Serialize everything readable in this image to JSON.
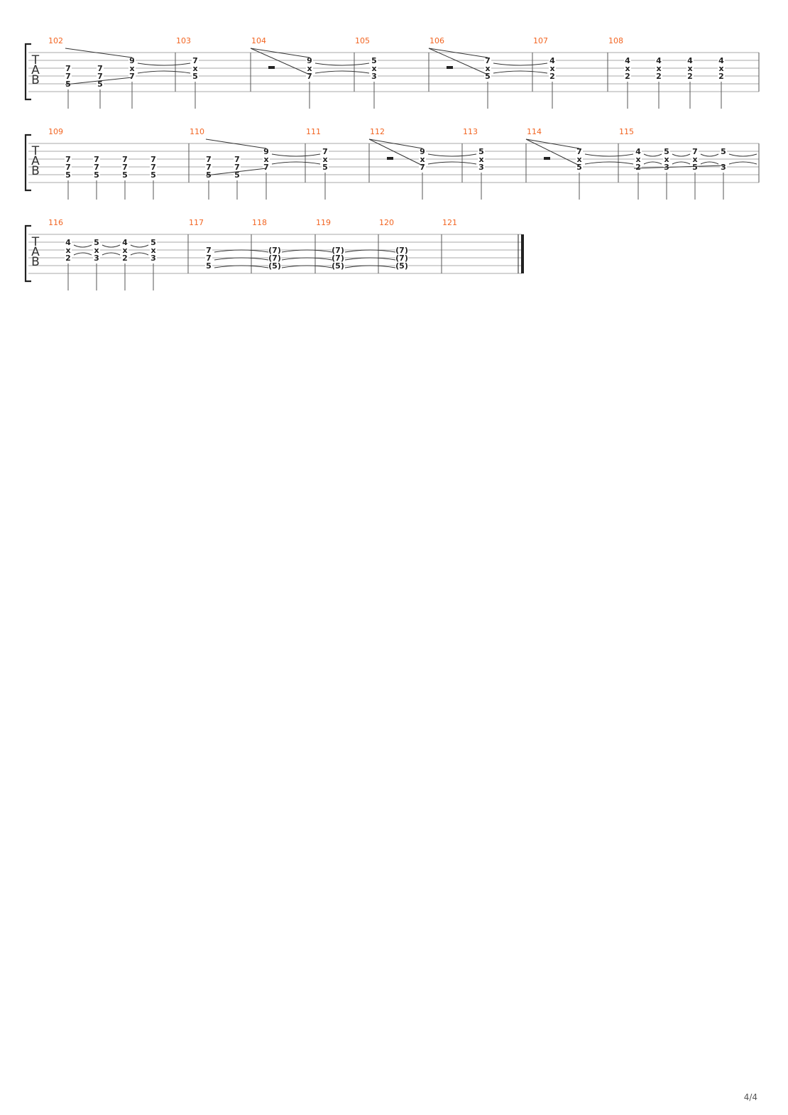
{
  "page": {
    "number": "4/4"
  },
  "tab_label": [
    "T",
    "A",
    "B"
  ],
  "systems": [
    {
      "measures": [
        {
          "number": "102",
          "beats": [
            {
              "notes": [
                {
                  "s": 3,
                  "t": "7"
                },
                {
                  "s": 4,
                  "t": "7"
                },
                {
                  "s": 5,
                  "t": "5"
                }
              ]
            },
            {
              "notes": [
                {
                  "s": 3,
                  "t": "7"
                },
                {
                  "s": 4,
                  "t": "7"
                },
                {
                  "s": 5,
                  "t": "5"
                }
              ]
            },
            {
              "notes": [
                {
                  "s": 2,
                  "t": "9"
                },
                {
                  "s": 3,
                  "t": "x"
                },
                {
                  "s": 4,
                  "t": "7"
                }
              ]
            }
          ]
        },
        {
          "number": "103",
          "beats": [
            {
              "notes": [
                {
                  "s": 2,
                  "t": "7"
                },
                {
                  "s": 3,
                  "t": "x"
                },
                {
                  "s": 4,
                  "t": "5"
                }
              ]
            }
          ]
        },
        {
          "number": "104",
          "rest": true,
          "beats": [
            {
              "notes": [
                {
                  "s": 2,
                  "t": "9"
                },
                {
                  "s": 3,
                  "t": "x"
                },
                {
                  "s": 4,
                  "t": "7"
                }
              ]
            }
          ]
        },
        {
          "number": "105",
          "beats": [
            {
              "notes": [
                {
                  "s": 2,
                  "t": "5"
                },
                {
                  "s": 3,
                  "t": "x"
                },
                {
                  "s": 4,
                  "t": "3"
                }
              ]
            }
          ]
        },
        {
          "number": "106",
          "rest": true,
          "beats": [
            {
              "notes": [
                {
                  "s": 2,
                  "t": "7"
                },
                {
                  "s": 3,
                  "t": "x"
                },
                {
                  "s": 4,
                  "t": "5"
                }
              ]
            }
          ]
        },
        {
          "number": "107",
          "beats": [
            {
              "notes": [
                {
                  "s": 2,
                  "t": "4"
                },
                {
                  "s": 3,
                  "t": "x"
                },
                {
                  "s": 4,
                  "t": "2"
                }
              ]
            }
          ]
        },
        {
          "number": "108",
          "beats": [
            {
              "notes": [
                {
                  "s": 2,
                  "t": "4"
                },
                {
                  "s": 3,
                  "t": "x"
                },
                {
                  "s": 4,
                  "t": "2"
                }
              ]
            },
            {
              "notes": [
                {
                  "s": 2,
                  "t": "4"
                },
                {
                  "s": 3,
                  "t": "x"
                },
                {
                  "s": 4,
                  "t": "2"
                }
              ]
            },
            {
              "notes": [
                {
                  "s": 2,
                  "t": "4"
                },
                {
                  "s": 3,
                  "t": "x"
                },
                {
                  "s": 4,
                  "t": "2"
                }
              ]
            },
            {
              "notes": [
                {
                  "s": 2,
                  "t": "4"
                },
                {
                  "s": 3,
                  "t": "x"
                },
                {
                  "s": 4,
                  "t": "2"
                }
              ]
            }
          ]
        }
      ]
    },
    {
      "measures": [
        {
          "number": "109",
          "beats": [
            {
              "notes": [
                {
                  "s": 3,
                  "t": "7"
                },
                {
                  "s": 4,
                  "t": "7"
                },
                {
                  "s": 5,
                  "t": "5"
                }
              ]
            },
            {
              "notes": [
                {
                  "s": 3,
                  "t": "7"
                },
                {
                  "s": 4,
                  "t": "7"
                },
                {
                  "s": 5,
                  "t": "5"
                }
              ]
            },
            {
              "notes": [
                {
                  "s": 3,
                  "t": "7"
                },
                {
                  "s": 4,
                  "t": "7"
                },
                {
                  "s": 5,
                  "t": "5"
                }
              ]
            },
            {
              "notes": [
                {
                  "s": 3,
                  "t": "7"
                },
                {
                  "s": 4,
                  "t": "7"
                },
                {
                  "s": 5,
                  "t": "5"
                }
              ]
            }
          ]
        },
        {
          "number": "110",
          "beats": [
            {
              "notes": [
                {
                  "s": 3,
                  "t": "7"
                },
                {
                  "s": 4,
                  "t": "7"
                },
                {
                  "s": 5,
                  "t": "5"
                }
              ]
            },
            {
              "notes": [
                {
                  "s": 3,
                  "t": "7"
                },
                {
                  "s": 4,
                  "t": "7"
                },
                {
                  "s": 5,
                  "t": "5"
                }
              ]
            },
            {
              "notes": [
                {
                  "s": 2,
                  "t": "9"
                },
                {
                  "s": 3,
                  "t": "x"
                },
                {
                  "s": 4,
                  "t": "7"
                }
              ]
            }
          ]
        },
        {
          "number": "111",
          "beats": [
            {
              "notes": [
                {
                  "s": 2,
                  "t": "7"
                },
                {
                  "s": 3,
                  "t": "x"
                },
                {
                  "s": 4,
                  "t": "5"
                }
              ]
            }
          ]
        },
        {
          "number": "112",
          "rest": true,
          "beats": [
            {
              "notes": [
                {
                  "s": 2,
                  "t": "9"
                },
                {
                  "s": 3,
                  "t": "x"
                },
                {
                  "s": 4,
                  "t": "7"
                }
              ]
            }
          ]
        },
        {
          "number": "113",
          "beats": [
            {
              "notes": [
                {
                  "s": 2,
                  "t": "5"
                },
                {
                  "s": 3,
                  "t": "x"
                },
                {
                  "s": 4,
                  "t": "3"
                }
              ]
            }
          ]
        },
        {
          "number": "114",
          "rest": true,
          "beats": [
            {
              "notes": [
                {
                  "s": 2,
                  "t": "7"
                },
                {
                  "s": 3,
                  "t": "x"
                },
                {
                  "s": 4,
                  "t": "5"
                }
              ]
            }
          ]
        },
        {
          "number": "115",
          "beats": [
            {
              "notes": [
                {
                  "s": 2,
                  "t": "4"
                },
                {
                  "s": 3,
                  "t": "x"
                },
                {
                  "s": 4,
                  "t": "2"
                }
              ]
            },
            {
              "notes": [
                {
                  "s": 2,
                  "t": "5"
                },
                {
                  "s": 3,
                  "t": "x"
                },
                {
                  "s": 4,
                  "t": "3"
                }
              ]
            },
            {
              "notes": [
                {
                  "s": 2,
                  "t": "7"
                },
                {
                  "s": 3,
                  "t": "x"
                },
                {
                  "s": 4,
                  "t": "5"
                }
              ]
            },
            {
              "notes": [
                {
                  "s": 2,
                  "t": "5"
                },
                {
                  "s": 4,
                  "t": "3"
                }
              ]
            }
          ]
        }
      ]
    },
    {
      "measures": [
        {
          "number": "116",
          "beats": [
            {
              "notes": [
                {
                  "s": 2,
                  "t": "4"
                },
                {
                  "s": 3,
                  "t": "x"
                },
                {
                  "s": 4,
                  "t": "2"
                }
              ]
            },
            {
              "notes": [
                {
                  "s": 2,
                  "t": "5"
                },
                {
                  "s": 3,
                  "t": "x"
                },
                {
                  "s": 4,
                  "t": "3"
                }
              ]
            },
            {
              "notes": [
                {
                  "s": 2,
                  "t": "4"
                },
                {
                  "s": 3,
                  "t": "x"
                },
                {
                  "s": 4,
                  "t": "2"
                }
              ]
            },
            {
              "notes": [
                {
                  "s": 2,
                  "t": "5"
                },
                {
                  "s": 3,
                  "t": "x"
                },
                {
                  "s": 4,
                  "t": "3"
                }
              ]
            }
          ]
        },
        {
          "number": "117",
          "beats": [
            {
              "notes": [
                {
                  "s": 3,
                  "t": "7"
                },
                {
                  "s": 4,
                  "t": "7"
                },
                {
                  "s": 5,
                  "t": "5"
                }
              ]
            }
          ]
        },
        {
          "number": "118",
          "beats": [
            {
              "notes": [
                {
                  "s": 3,
                  "t": "(7)"
                },
                {
                  "s": 4,
                  "t": "(7)"
                },
                {
                  "s": 5,
                  "t": "(5)"
                }
              ]
            }
          ]
        },
        {
          "number": "119",
          "beats": [
            {
              "notes": [
                {
                  "s": 3,
                  "t": "(7)"
                },
                {
                  "s": 4,
                  "t": "(7)"
                },
                {
                  "s": 5,
                  "t": "(5)"
                }
              ]
            }
          ]
        },
        {
          "number": "120",
          "beats": [
            {
              "notes": [
                {
                  "s": 3,
                  "t": "(7)"
                },
                {
                  "s": 4,
                  "t": "(7)"
                },
                {
                  "s": 5,
                  "t": "(5)"
                }
              ]
            }
          ]
        },
        {
          "number": "121",
          "beats": []
        }
      ]
    }
  ]
}
